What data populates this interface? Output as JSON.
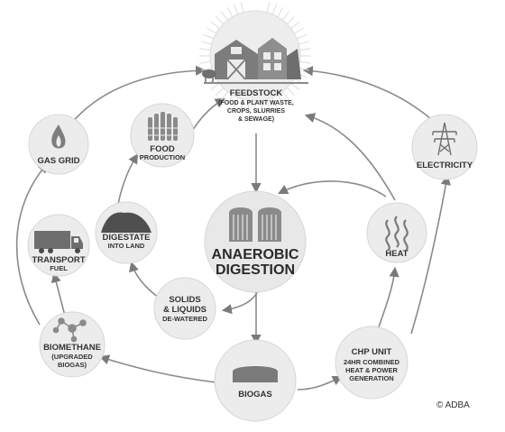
{
  "nodes": {
    "feedstock": {
      "title": "FEEDSTOCK",
      "lines": [
        "(FOOD & PLANT WASTE,",
        "CROPS, SLURRIES",
        "& SEWAGE)"
      ]
    },
    "food": {
      "title": "FOOD",
      "sub": "PRODUCTION"
    },
    "gas_grid": {
      "title": "GAS GRID"
    },
    "electricity": {
      "title": "ELECTRICITY"
    },
    "digestate": {
      "title": "DIGESTATE",
      "sub": "INTO LAND"
    },
    "transport": {
      "title": "TRANSPORT",
      "sub": "FUEL"
    },
    "anaerobic": {
      "line1": "ANAEROBIC",
      "line2": "DIGESTION"
    },
    "heat": {
      "title": "HEAT"
    },
    "solids": {
      "line1": "SOLIDS",
      "line2": "& LIQUIDS",
      "sub": "DE-WATERED"
    },
    "biomethane": {
      "title": "BIOMETHANE",
      "lines": [
        "(UPGRADED",
        "BIOGAS)"
      ]
    },
    "biogas": {
      "title": "BIOGAS"
    },
    "chp": {
      "title": "CHP UNIT",
      "lines": [
        "24HR COMBINED",
        "HEAT & POWER",
        "GENERATION"
      ]
    }
  },
  "copyright": "© ADBA",
  "icons": [
    "farm-icon",
    "wheat-icon",
    "flame-icon",
    "pylon-icon",
    "soil-pile-icon",
    "truck-icon",
    "silos-icon",
    "heat-waves-icon",
    "molecule-icon",
    "gas-dome-icon"
  ],
  "colors": {
    "circle_fill": "#ececec",
    "circle_stroke": "#d6d6d6",
    "arrow": "#7a7a7a",
    "text": "#333333",
    "icon": "#777777"
  }
}
